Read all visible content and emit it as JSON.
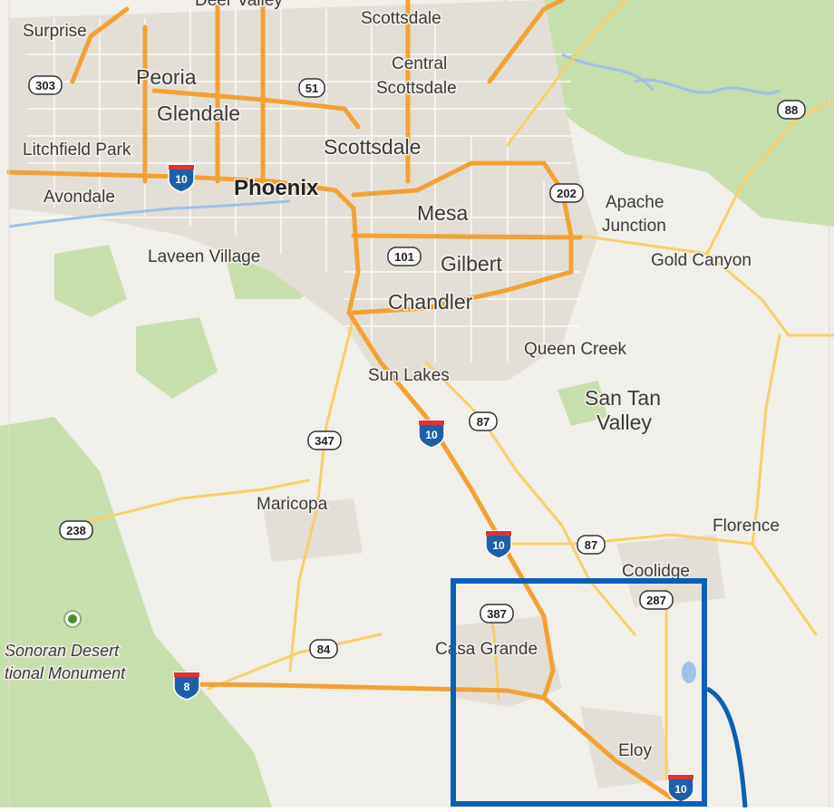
{
  "map": {
    "places": [
      {
        "id": "deer-valley",
        "label": "Deer Valley"
      },
      {
        "id": "scottsdale-top",
        "label": "Scottsdale"
      },
      {
        "id": "surprise",
        "label": "Surprise"
      },
      {
        "id": "peoria",
        "label": "Peoria"
      },
      {
        "id": "central-scottsdale-1",
        "label": "Central"
      },
      {
        "id": "central-scottsdale-2",
        "label": "Scottsdale"
      },
      {
        "id": "glendale",
        "label": "Glendale"
      },
      {
        "id": "litchfield-park",
        "label": "Litchfield Park"
      },
      {
        "id": "scottsdale",
        "label": "Scottsdale"
      },
      {
        "id": "avondale",
        "label": "Avondale"
      },
      {
        "id": "phoenix",
        "label": "Phoenix"
      },
      {
        "id": "mesa",
        "label": "Mesa"
      },
      {
        "id": "apache-junction-1",
        "label": "Apache"
      },
      {
        "id": "apache-junction-2",
        "label": "Junction"
      },
      {
        "id": "laveen-village",
        "label": "Laveen Village"
      },
      {
        "id": "gilbert",
        "label": "Gilbert"
      },
      {
        "id": "gold-canyon",
        "label": "Gold Canyon"
      },
      {
        "id": "chandler",
        "label": "Chandler"
      },
      {
        "id": "queen-creek",
        "label": "Queen Creek"
      },
      {
        "id": "sun-lakes",
        "label": "Sun Lakes"
      },
      {
        "id": "san-tan-valley-1",
        "label": "San Tan"
      },
      {
        "id": "san-tan-valley-2",
        "label": "Valley"
      },
      {
        "id": "maricopa",
        "label": "Maricopa"
      },
      {
        "id": "florence",
        "label": "Florence"
      },
      {
        "id": "coolidge",
        "label": "Coolidge"
      },
      {
        "id": "casa-grande",
        "label": "Casa Grande"
      },
      {
        "id": "sonoran-1",
        "label": "Sonoran Desert"
      },
      {
        "id": "sonoran-2",
        "label": "tional Monument"
      },
      {
        "id": "eloy",
        "label": "Eloy"
      }
    ],
    "shields": [
      {
        "id": "sr-303",
        "label": "303"
      },
      {
        "id": "sr-51",
        "label": "51"
      },
      {
        "id": "sr-88",
        "label": "88"
      },
      {
        "id": "sr-202",
        "label": "202"
      },
      {
        "id": "sr-101",
        "label": "101"
      },
      {
        "id": "sr-87-north",
        "label": "87"
      },
      {
        "id": "sr-347",
        "label": "347"
      },
      {
        "id": "sr-238",
        "label": "238"
      },
      {
        "id": "sr-87-south",
        "label": "87"
      },
      {
        "id": "sr-387",
        "label": "387"
      },
      {
        "id": "sr-287",
        "label": "287"
      },
      {
        "id": "sr-84",
        "label": "84"
      }
    ],
    "interstates": [
      {
        "id": "i10-phoenix",
        "label": "10"
      },
      {
        "id": "i10-sunlakes",
        "label": "10"
      },
      {
        "id": "i10-south",
        "label": "10"
      },
      {
        "id": "i10-eloy",
        "label": "10"
      },
      {
        "id": "i8",
        "label": "8"
      }
    ],
    "colors": {
      "base": "#f1efe9",
      "urban": "#e4dfd6",
      "park": "#c8dfae",
      "water": "#9ec2e8",
      "highway": "#f2a234",
      "arterial": "#f9cf6b",
      "interstate_shield": "#1f5fa8",
      "highlight_box": "#0b5fb5"
    }
  }
}
